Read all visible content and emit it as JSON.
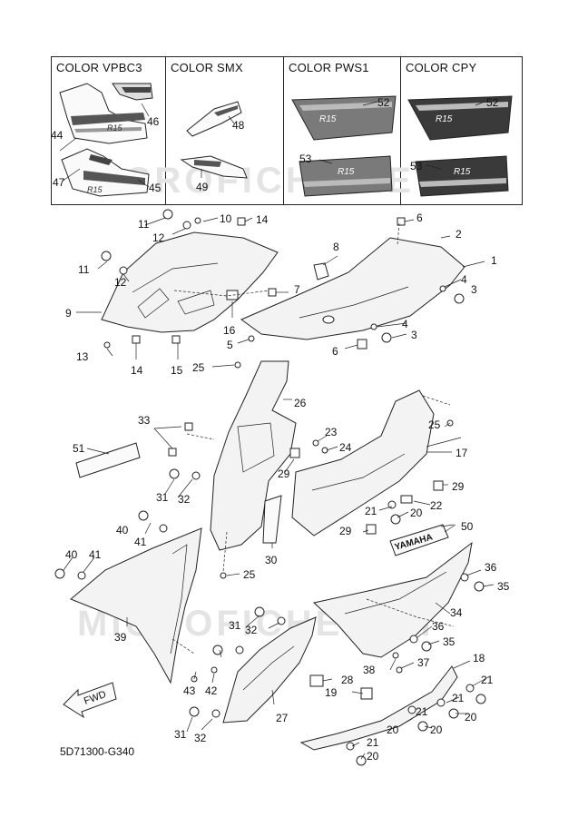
{
  "color_panel": {
    "headers": [
      "COLOR VPBC3",
      "COLOR SMX",
      "COLOR PWS1",
      "COLOR CPY"
    ]
  },
  "decal_text": "R15",
  "decal_logo_text": "YAMAHA",
  "fwd_label": "FWD",
  "watermark_text": "MICROFICHE.NET",
  "diagram_ref": "5D71300-G340",
  "callouts": {
    "c1": "1",
    "c2": "2",
    "c3a": "3",
    "c3b": "3",
    "c4a": "4",
    "c4b": "4",
    "c5": "5",
    "c6a": "6",
    "c6b": "6",
    "c7": "7",
    "c8": "8",
    "c9": "9",
    "c10": "10",
    "c11a": "11",
    "c11b": "11",
    "c12a": "12",
    "c12b": "12",
    "c13": "13",
    "c14a": "14",
    "c14b": "14",
    "c15": "15",
    "c16": "16",
    "c17": "17",
    "c18": "18",
    "c19": "19",
    "c20a": "20",
    "c20b": "20",
    "c20c": "20",
    "c20d": "20",
    "c20e": "20",
    "c21a": "21",
    "c21b": "21",
    "c21c": "21",
    "c21d": "21",
    "c21e": "21",
    "c22": "22",
    "c23": "23",
    "c24": "24",
    "c25a": "25",
    "c25b": "25",
    "c25c": "25",
    "c26": "26",
    "c27": "27",
    "c28": "28",
    "c29a": "29",
    "c29b": "29",
    "c29c": "29",
    "c30": "30",
    "c31a": "31",
    "c31b": "31",
    "c31c": "31",
    "c32a": "32",
    "c32b": "32",
    "c32c": "32",
    "c33": "33",
    "c34": "34",
    "c35a": "35",
    "c35b": "35",
    "c36a": "36",
    "c36b": "36",
    "c37": "37",
    "c38": "38",
    "c39": "39",
    "c40a": "40",
    "c40b": "40",
    "c41a": "41",
    "c41b": "41",
    "c42": "42",
    "c43": "43",
    "c44": "44",
    "c45": "45",
    "c46": "46",
    "c47": "47",
    "c48": "48",
    "c49": "49",
    "c50": "50",
    "c51": "51",
    "c52a": "52",
    "c52b": "52",
    "c53a": "53",
    "c53b": "53"
  }
}
